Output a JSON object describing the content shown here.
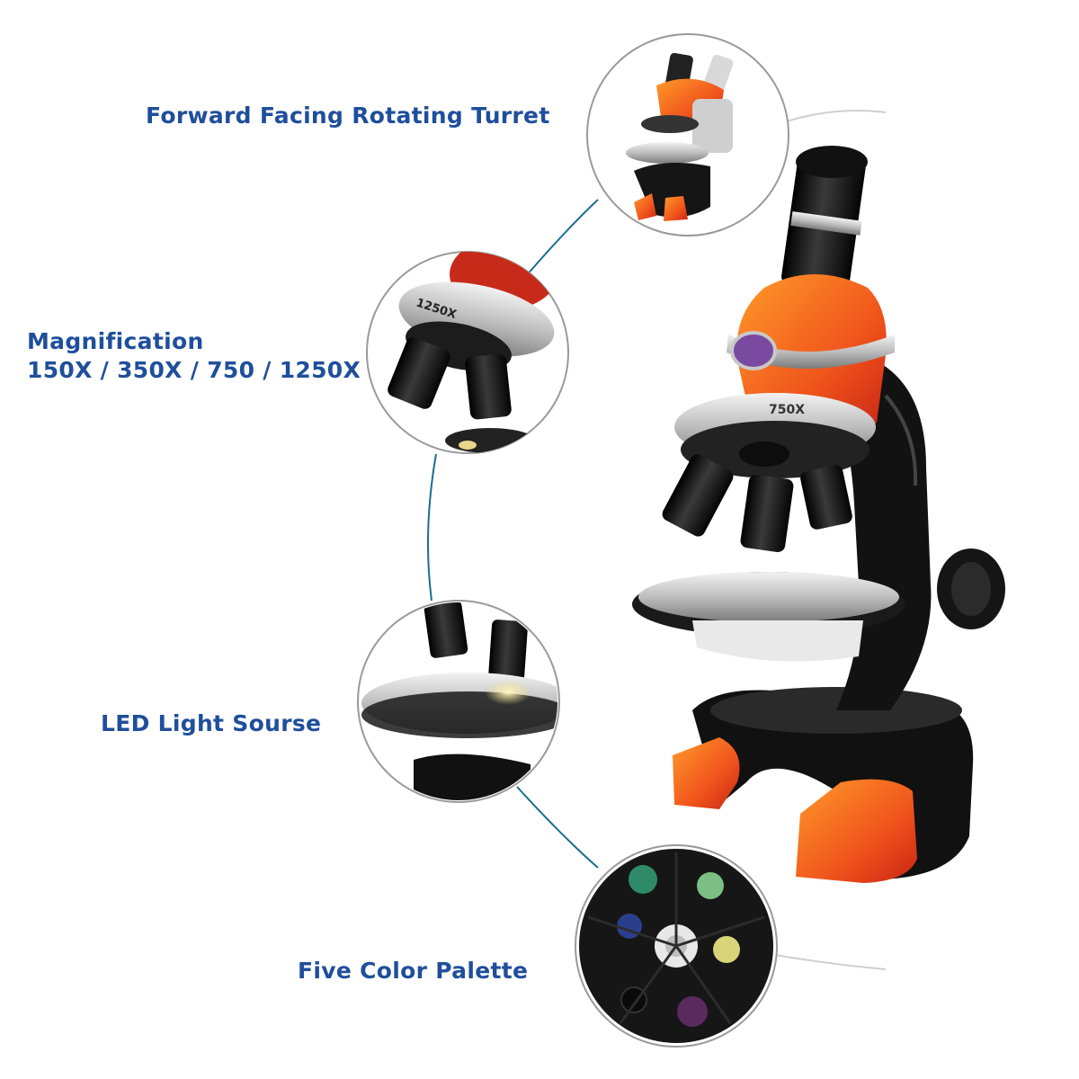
{
  "labels": {
    "turret": "Forward Facing Rotating Turret",
    "magnification_title": "Magnification",
    "magnification_values": "150X / 350X / 750 / 1250X",
    "led": "LED Light Sourse",
    "palette": "Five Color Palette"
  },
  "lens_markings": {
    "main_turret": "750X",
    "detail_turret": "1250X"
  },
  "colors": {
    "label": "#1f4f9c",
    "connector": "#1a6f8f",
    "accent_orange": "#f26a1b",
    "accent_red": "#e0301e",
    "body_black": "#141414"
  }
}
